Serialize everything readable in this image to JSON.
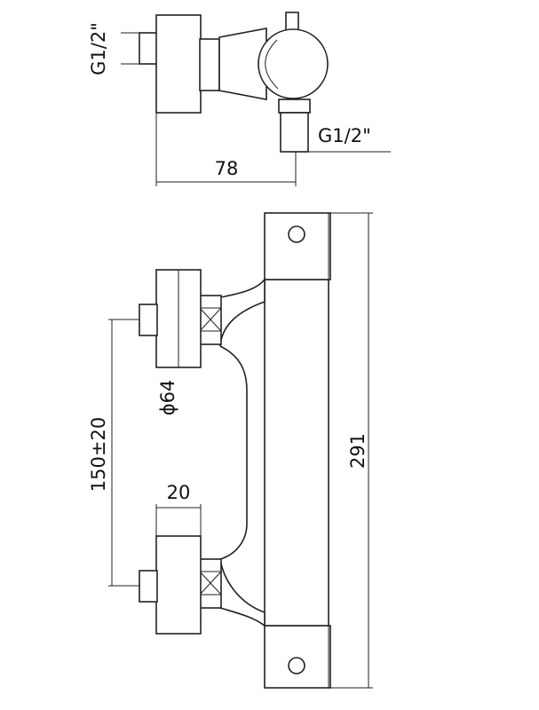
{
  "labels": {
    "thread_top_left": "G1/2\"",
    "thread_top_right": "G1/2\"",
    "dim_depth": "78",
    "dim_diameter": "ϕ64",
    "dim_spacing": "150±20",
    "dim_inlet": "20",
    "dim_height": "291"
  }
}
